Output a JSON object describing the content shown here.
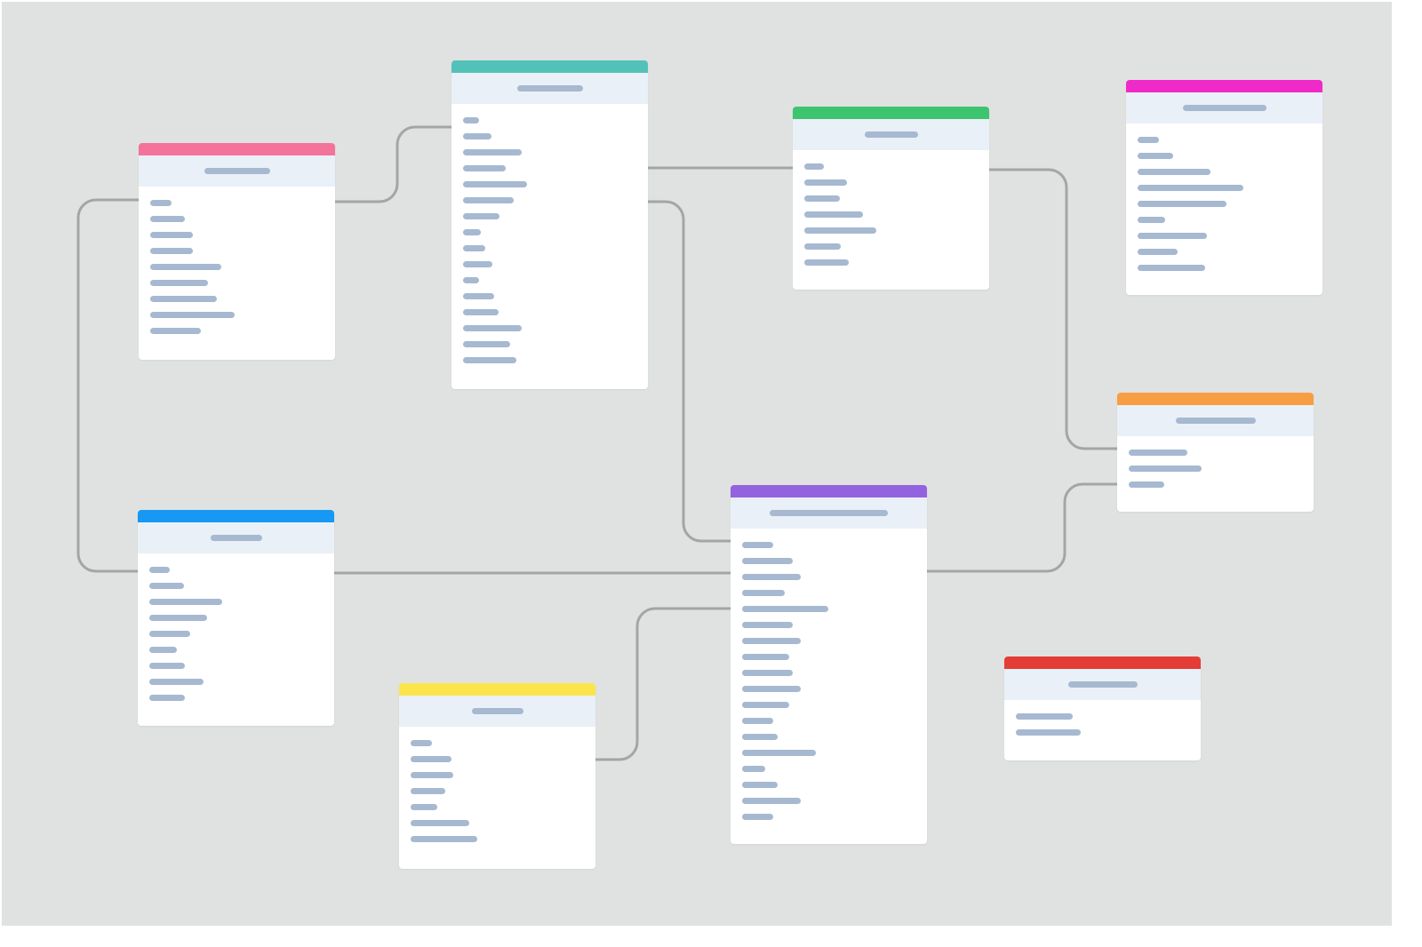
{
  "colors": {
    "canvas": "#e0e2e1",
    "connector": "#a3a5a6",
    "placeholder": "#a6b9d0",
    "header_band": "#e9f0f7"
  },
  "tables": [
    {
      "id": "pink",
      "accent": "#f3739a",
      "title_len": 74,
      "rows": [
        24,
        39,
        48,
        48,
        80,
        65,
        75,
        95,
        57
      ]
    },
    {
      "id": "teal",
      "accent": "#52c2b8",
      "title_len": 74,
      "rows": [
        18,
        32,
        66,
        48,
        72,
        57,
        41,
        20,
        25,
        33,
        18,
        35,
        40,
        66,
        53,
        60
      ]
    },
    {
      "id": "green",
      "accent": "#3dc46e",
      "title_len": 60,
      "rows": [
        22,
        48,
        40,
        66,
        81,
        41,
        50
      ]
    },
    {
      "id": "magenta",
      "accent": "#f02ac8",
      "title_len": 94,
      "rows": [
        24,
        40,
        82,
        119,
        100,
        31,
        78,
        45,
        76
      ]
    },
    {
      "id": "orange",
      "accent": "#f79e42",
      "title_len": 90,
      "rows": [
        66,
        82,
        40
      ]
    },
    {
      "id": "blue",
      "accent": "#1798f4",
      "title_len": 58,
      "rows": [
        23,
        39,
        82,
        65,
        46,
        31,
        40,
        61,
        40
      ]
    },
    {
      "id": "purple",
      "accent": "#9362de",
      "title_len": 133,
      "rows": [
        35,
        57,
        66,
        48,
        97,
        57,
        66,
        53,
        57,
        66,
        53,
        35,
        40,
        83,
        26,
        40,
        66,
        35
      ]
    },
    {
      "id": "yellow",
      "accent": "#fbe54a",
      "title_len": 58,
      "rows": [
        24,
        46,
        48,
        39,
        30,
        66,
        75
      ]
    },
    {
      "id": "red",
      "accent": "#e43d36",
      "title_len": 78,
      "rows": [
        64,
        73
      ]
    }
  ]
}
